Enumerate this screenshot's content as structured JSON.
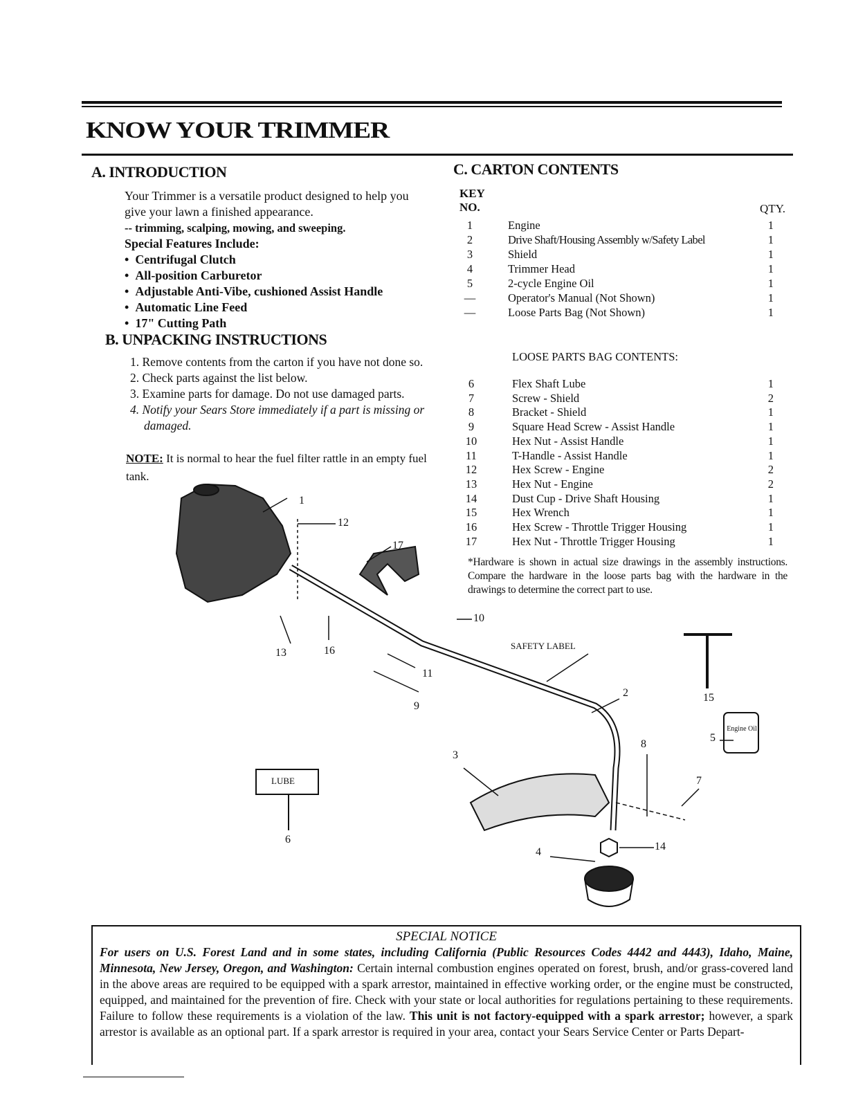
{
  "title": "KNOW YOUR TRIMMER",
  "intro": {
    "heading": "A. INTRODUCTION",
    "text": "Your Trimmer is a versatile product designed to help you give your lawn a finished appearance.",
    "uses": "-- trimming, scalping, mowing, and sweeping.",
    "features_heading": "Special Features Include:",
    "features": [
      "Centrifugal Clutch",
      "All-position Carburetor",
      "Adjustable Anti-Vibe, cushioned Assist Handle",
      "Automatic Line Feed",
      "17\" Cutting Path"
    ]
  },
  "unpacking": {
    "heading": "B. UNPACKING INSTRUCTIONS",
    "steps": [
      "1. Remove contents from the carton if you have not done so.",
      "2. Check parts against the list below.",
      "3. Examine parts for damage. Do not use damaged parts.",
      "4. Notify your Sears Store immediately if a part is missing or damaged."
    ],
    "note_label": "NOTE:",
    "note": "It is normal to hear the fuel filter rattle in an empty fuel tank."
  },
  "carton": {
    "heading": "C. CARTON CONTENTS",
    "key_label": "KEY",
    "no_label": "NO.",
    "qty_label": "QTY.",
    "items": [
      {
        "key": "1",
        "desc": "Engine",
        "qty": "1"
      },
      {
        "key": "2",
        "desc": "Drive Shaft/Housing Assembly w/Safety Label",
        "qty": "1"
      },
      {
        "key": "3",
        "desc": "Shield",
        "qty": "1"
      },
      {
        "key": "4",
        "desc": "Trimmer Head",
        "qty": "1"
      },
      {
        "key": "5",
        "desc": "2-cycle Engine Oil",
        "qty": "1"
      },
      {
        "key": "—",
        "desc": "Operator's Manual (Not Shown)",
        "qty": "1"
      },
      {
        "key": "—",
        "desc": "Loose Parts Bag (Not Shown)",
        "qty": "1"
      }
    ],
    "loose_heading": "LOOSE PARTS BAG CONTENTS:",
    "loose": [
      {
        "key": "6",
        "desc": "Flex Shaft Lube",
        "qty": "1"
      },
      {
        "key": "7",
        "desc": "Screw - Shield",
        "qty": "2"
      },
      {
        "key": "8",
        "desc": "Bracket - Shield",
        "qty": "1"
      },
      {
        "key": "9",
        "desc": "Square Head Screw - Assist Handle",
        "qty": "1"
      },
      {
        "key": "10",
        "desc": "Hex Nut - Assist Handle",
        "qty": "1"
      },
      {
        "key": "11",
        "desc": "T-Handle - Assist Handle",
        "qty": "1"
      },
      {
        "key": "12",
        "desc": "Hex Screw - Engine",
        "qty": "2"
      },
      {
        "key": "13",
        "desc": "Hex Nut - Engine",
        "qty": "2"
      },
      {
        "key": "14",
        "desc": "Dust Cup - Drive Shaft Housing",
        "qty": "1"
      },
      {
        "key": "15",
        "desc": "Hex Wrench",
        "qty": "1"
      },
      {
        "key": "16",
        "desc": "Hex Screw - Throttle Trigger Housing",
        "qty": "1"
      },
      {
        "key": "17",
        "desc": "Hex Nut - Throttle Trigger Housing",
        "qty": "1"
      }
    ],
    "hardware_note": "*Hardware is shown in actual size drawings in the assembly instructions. Compare the hardware in the loose parts bag with the hardware in the drawings to determine the correct part to use."
  },
  "diagram": {
    "labels": {
      "l1": "1",
      "l2": "2",
      "l3": "3",
      "l4": "4",
      "l5": "5",
      "l6": "6",
      "l7": "7",
      "l8": "8",
      "l9": "9",
      "l10": "10",
      "l11": "11",
      "l12": "12",
      "l13": "13",
      "l14": "14",
      "l15": "15",
      "l16": "16",
      "l17": "17"
    },
    "safety_label": "SAFETY LABEL",
    "lube": "LUBE",
    "oil_can": "Engine Oil"
  },
  "notice": {
    "heading": "SPECIAL NOTICE",
    "italic_lead": "For users on U.S. Forest Land and in some states, including California (Public Resources Codes 4442 and 4443), Idaho, Maine, Minnesota, New Jersey, Oregon, and Washington:",
    "text1": " Certain internal combustion engines operated on forest, brush, and/or grass-covered land in the above areas are required to be equipped with a spark arrestor, maintained in effective working order, or the engine must be constructed, equipped, and maintained for the prevention of fire. Check with your state or local authorities for regulations pertaining to these requirements. Failure to follow these requirements is a violation of the law. ",
    "bold": "This unit is not factory-equipped with a spark arrestor;",
    "text2": " however, a spark arrestor is available as an optional part. If a spark arrestor is required in your area, contact your Sears Service Center or Parts Depart-"
  }
}
